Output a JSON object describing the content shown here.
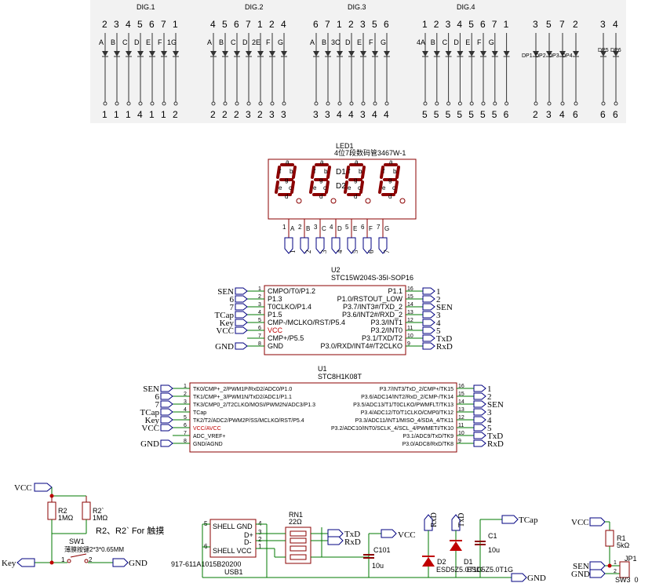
{
  "colors": {
    "wire": "#007a00",
    "part": "#8b0000",
    "net": "#000080",
    "pin_red": "#c00000",
    "text": "#000000"
  },
  "pinout_table": {
    "groups": [
      {
        "title": "DIG.1",
        "top": [
          "2",
          "3",
          "4",
          "5",
          "6",
          "7",
          "1"
        ],
        "seg": [
          "A",
          "B",
          "C",
          "D",
          "E",
          "F",
          "1G"
        ],
        "bottom": [
          "1",
          "1",
          "1",
          "4",
          "1",
          "1",
          "2"
        ]
      },
      {
        "title": "DIG.2",
        "top": [
          "4",
          "5",
          "6",
          "7",
          "1",
          "2",
          "4"
        ],
        "seg": [
          "A",
          "B",
          "C",
          "D",
          "2E",
          "F",
          "G"
        ],
        "bottom": [
          "2",
          "2",
          "2",
          "3",
          "2",
          "3",
          "3"
        ]
      },
      {
        "title": "DIG.3",
        "top": [
          "6",
          "7",
          "1",
          "2",
          "3",
          "5",
          "6"
        ],
        "seg": [
          "A",
          "B",
          "3C",
          "D",
          "E",
          "F",
          "G"
        ],
        "bottom": [
          "3",
          "3",
          "4",
          "4",
          "3",
          "4",
          "4"
        ]
      },
      {
        "title": "DIG.4",
        "top": [
          "1",
          "2",
          "3",
          "4",
          "5",
          "6",
          "7",
          "1"
        ],
        "seg": [
          "4A",
          "B",
          "C",
          "D",
          "E",
          "F",
          "G",
          ""
        ],
        "bottom": [
          "5",
          "5",
          "5",
          "5",
          "5",
          "5",
          "5",
          "6"
        ]
      }
    ],
    "dp_top": [
      "3",
      "5",
      "7",
      "2"
    ],
    "dp_labels": [
      "DP1",
      "DP2",
      "DP3",
      "DP4"
    ],
    "dp_bottom": [
      "2",
      "3",
      "4",
      "6"
    ],
    "dp56_top": [
      "3",
      "4"
    ],
    "dp56_labels": [
      "DP5",
      "DP6"
    ],
    "dp56_bottom": [
      "6",
      "6"
    ]
  },
  "led": {
    "ref": "LED1",
    "name": "4位7段数码管3467W-1",
    "segs": [
      "a",
      "f",
      "b",
      "g",
      "e",
      "c",
      "d"
    ],
    "dots": [
      "D1",
      "D2"
    ],
    "pins": [
      "1",
      "2",
      "3",
      "4",
      "5",
      "6",
      "7"
    ],
    "pin_labels": [
      "A",
      "B",
      "C",
      "D",
      "E",
      "F",
      "G"
    ],
    "net_labels": [
      "1",
      "2",
      "3",
      "4",
      "5",
      "6",
      "7"
    ]
  },
  "u2": {
    "ref": "U2",
    "name": "STC15W204S-35I-SOP16",
    "left": [
      {
        "net": "SEN",
        "num": "1",
        "label": "CMPO/T0/P1.2"
      },
      {
        "net": "6",
        "num": "2",
        "label": "P1.3"
      },
      {
        "net": "7",
        "num": "3",
        "label": "T0CLKO/P1.4"
      },
      {
        "net": "TCap",
        "num": "4",
        "label": "P1.5"
      },
      {
        "net": "Key",
        "num": "5",
        "label": "CMP-/MCLKO/RST/P5.4"
      },
      {
        "net": "VCC",
        "num": "6",
        "label": "VCC"
      },
      {
        "net": "",
        "num": "7",
        "label": "CMP+/P5.5"
      },
      {
        "net": "GND",
        "num": "8",
        "label": "GND"
      }
    ],
    "right": [
      {
        "net": "1",
        "num": "16",
        "label": "P1.1"
      },
      {
        "net": "2",
        "num": "15",
        "label": "P1.0/RSTOUT_LOW"
      },
      {
        "net": "SEN",
        "num": "14",
        "label": "P3.7/INT3#/TXD_2"
      },
      {
        "net": "3",
        "num": "13",
        "label": "P3.6/INT2#/RXD_2"
      },
      {
        "net": "4",
        "num": "12",
        "label": "P3.3/INT1"
      },
      {
        "net": "5",
        "num": "11",
        "label": "P3.2/INT0"
      },
      {
        "net": "TxD",
        "num": "10",
        "label": "P3.1/TXD/T2"
      },
      {
        "net": "RxD",
        "num": "9",
        "label": "P3.0/RXD/INT4#/T2CLKO"
      }
    ]
  },
  "u1": {
    "ref": "U1",
    "name": "STC8H1K08T",
    "left": [
      {
        "net": "SEN",
        "num": "1",
        "label": "TK0/CMP+_2/PWM1P/RxD2/ADC0/P1.0"
      },
      {
        "net": "6",
        "num": "2",
        "label": "TK1/CMP+_3/PWM1N/TxD2/ADC1/P1.1"
      },
      {
        "net": "7",
        "num": "3",
        "label": "TK3/CMP0_2/T2CLKO/MOSI/PWM2N/ADC3/P1.3"
      },
      {
        "net": "TCap",
        "num": "4",
        "label": "TCap"
      },
      {
        "net": "Key",
        "num": "5",
        "label": "TK2/T2/ADC2/PWM2P/SS/MCLKO/RST/P5.4"
      },
      {
        "net": "VCC",
        "num": "6",
        "label": "VCC/AVCC"
      },
      {
        "net": "",
        "num": "7",
        "label": "ADC_VREF+"
      },
      {
        "net": "GND",
        "num": "8",
        "label": "GND/AGND"
      }
    ],
    "right": [
      {
        "net": "1",
        "num": "16",
        "label": "P3.7/INT3/TxD_2/CMP+/TK15"
      },
      {
        "net": "2",
        "num": "15",
        "label": "P3.6/ADC14/INT2/RxD_2/CMP-/TK14"
      },
      {
        "net": "SEN",
        "num": "14",
        "label": "P3.5/ADC13/T1/T0CLKO/PWMFLT/TK13"
      },
      {
        "net": "3",
        "num": "13",
        "label": "P3.4/ADC12/T0/T1CLKO/CMP0/TK12"
      },
      {
        "net": "4",
        "num": "12",
        "label": "P3.3/ADC11/INT1/MISO_4/SDA_4/TK11"
      },
      {
        "net": "5",
        "num": "11",
        "label": "P3.2/ADC10/INT0/SCLK_4/SCL_4/PWMETI/TK10"
      },
      {
        "net": "TxD",
        "num": "10",
        "label": "P3.1/ADC9/TxD/TK9"
      },
      {
        "net": "RxD",
        "num": "9",
        "label": "P3.0/ADC8/RxD/TK8"
      }
    ]
  },
  "touch": {
    "vcc": "VCC",
    "r2_ref": "R2",
    "r2_val": "1MΩ",
    "r2b_ref": "R2`",
    "r2b_val": "1MΩ",
    "note": "R2、R2` For 触摸",
    "sw_ref": "SW1",
    "sw_name": "薄膜按键2*3*0.65MM",
    "key": "Key",
    "gnd": "GND",
    "pin1": "1",
    "pin2": "2"
  },
  "usb": {
    "shell_gnd": "SHELL GND",
    "shell_vcc": "SHELL VCC",
    "dplus": "D+",
    "dminus": "D-",
    "pins_left": [
      "5",
      "6"
    ],
    "pins_right": [
      "4",
      "3",
      "2",
      "1"
    ],
    "part": "917-611A1015B20200",
    "ref": "USB1",
    "rn_ref": "RN1",
    "rn_val": "22Ω",
    "txd": "TxD",
    "rxd": "RxD",
    "vcc": "VCC",
    "c101_ref": "C101",
    "c101_val": "10u",
    "gnd": "GND"
  },
  "esd": {
    "rxd": "RxD",
    "txd": "TxD",
    "d2": "D2",
    "d1": "D1",
    "part": "ESD5Z5.0T1G",
    "c1_ref": "C1",
    "c1_val": "10u",
    "tcap": "TCap",
    "gnd": "GND"
  },
  "sense": {
    "vcc": "VCC",
    "r1_ref": "R1",
    "r1_val": "5kΩ",
    "sen": "SEN",
    "gnd": "GND",
    "jp_ref": "JP1",
    "sw_ref": "SW3_0",
    "pin1": "1",
    "pin2": "2"
  }
}
